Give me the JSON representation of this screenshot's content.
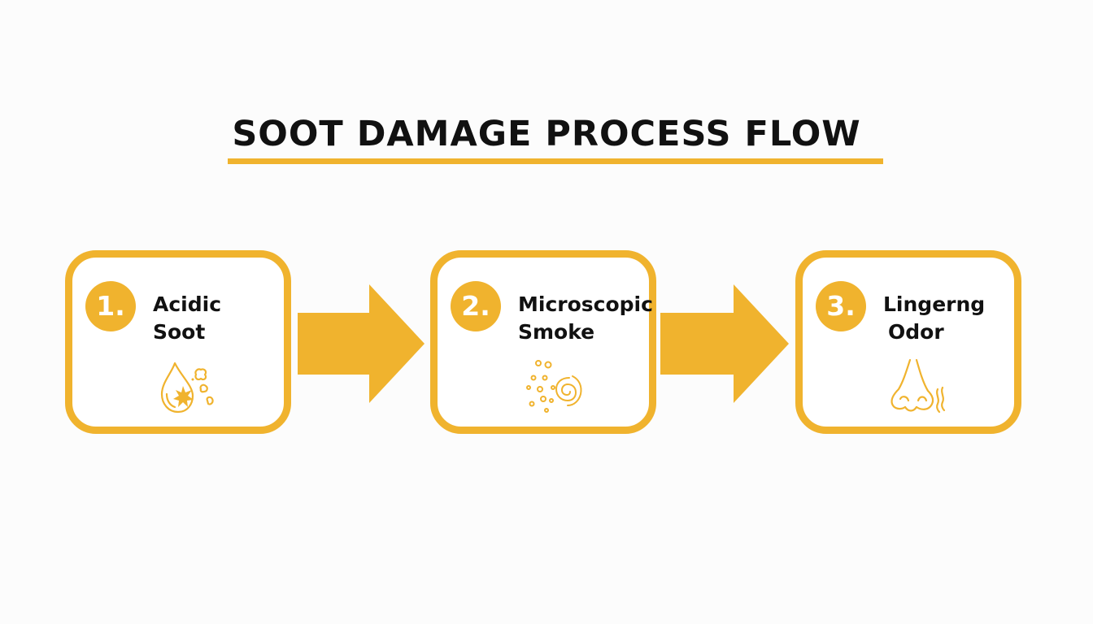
{
  "title": "SOOT DAMAGE PROCESS FLOW",
  "colors": {
    "accent": "#f0b32e",
    "text": "#111111",
    "background": "#fcfcfc"
  },
  "steps": [
    {
      "number": "1.",
      "line1": "Acidic",
      "line2": "Soot",
      "icon": "acid-drop-splatter-icon"
    },
    {
      "number": "2.",
      "line1": "Microscopic",
      "line2": "Smoke",
      "icon": "smoke-particles-icon"
    },
    {
      "number": "3.",
      "line1": "Lingerng",
      "line2": "Odor",
      "icon": "nose-smell-icon"
    }
  ]
}
